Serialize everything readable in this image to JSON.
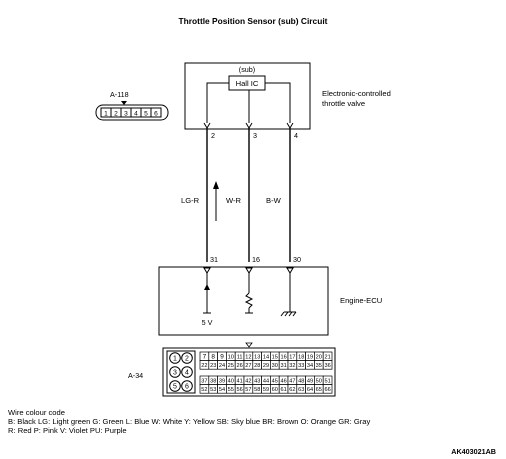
{
  "title": "Throttle Position Sensor (sub) Circuit",
  "sensor": {
    "sub_label": "(sub)",
    "ic_label": "Hall IC",
    "name_line1": "Electronic-controlled",
    "name_line2": "throttle valve",
    "pins": [
      "2",
      "3",
      "4"
    ]
  },
  "connector_a118": {
    "label": "A-118",
    "pins": [
      "1",
      "2",
      "3",
      "4",
      "5",
      "6"
    ]
  },
  "wires": [
    "LG-R",
    "W-R",
    "B-W"
  ],
  "ecu": {
    "name": "Engine-ECU",
    "pins": [
      "31",
      "16",
      "30"
    ],
    "supply": "5 V"
  },
  "connector_a34": {
    "label": "A-34",
    "round_pins": [
      "1",
      "2",
      "3",
      "4",
      "5",
      "6"
    ],
    "row1": [
      "7",
      "8",
      "9",
      "10",
      "11",
      "12",
      "13",
      "14",
      "15",
      "16",
      "17",
      "18",
      "19",
      "20",
      "21"
    ],
    "row2": [
      "22",
      "23",
      "24",
      "25",
      "26",
      "27",
      "28",
      "29",
      "30",
      "31",
      "32",
      "33",
      "34",
      "35",
      "36"
    ],
    "row3": [
      "37",
      "38",
      "39",
      "40",
      "41",
      "42",
      "43",
      "44",
      "45",
      "46",
      "47",
      "48",
      "49",
      "50",
      "51"
    ],
    "row4": [
      "52",
      "53",
      "54",
      "55",
      "56",
      "57",
      "58",
      "59",
      "60",
      "61",
      "62",
      "63",
      "64",
      "65",
      "66"
    ]
  },
  "legend": {
    "heading": "Wire colour code",
    "line1": "B: Black  LG: Light green  G: Green  L: Blue  W: White  Y: Yellow  SB: Sky blue  BR: Brown  O: Orange  GR: Gray",
    "line2": "R: Red  P: Pink  V: Violet  PU: Purple"
  },
  "figure_code": "AK403021AB"
}
